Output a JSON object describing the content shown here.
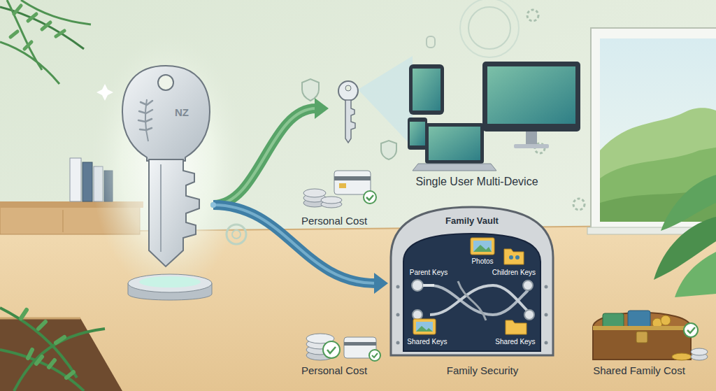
{
  "diagram": {
    "nodes": [
      {
        "text": [
          "NZ"
        ]
      },
      {
        "text": [
          "Single User Multi-Device"
        ]
      },
      {
        "text": [
          "Family Vault"
        ]
      },
      {
        "text": [
          "Photos"
        ],
        "in": 2
      },
      {
        "text": [
          "Parent Keys"
        ],
        "in": 2
      },
      {
        "text": [
          "Children Keys"
        ],
        "in": 2
      },
      {
        "text": [
          "Shared Keys"
        ],
        "in": 2
      },
      {
        "text": [
          "Shared Keys"
        ],
        "in": 2
      }
    ],
    "edges": [
      {
        "from": 0,
        "to": 1,
        "arrow": "to"
      },
      {
        "from": 0,
        "to": 2,
        "arrow": "to"
      }
    ],
    "labels": [
      "Personal Cost",
      "Personal Cost",
      "Family Security",
      "Shared Family Cost"
    ]
  }
}
